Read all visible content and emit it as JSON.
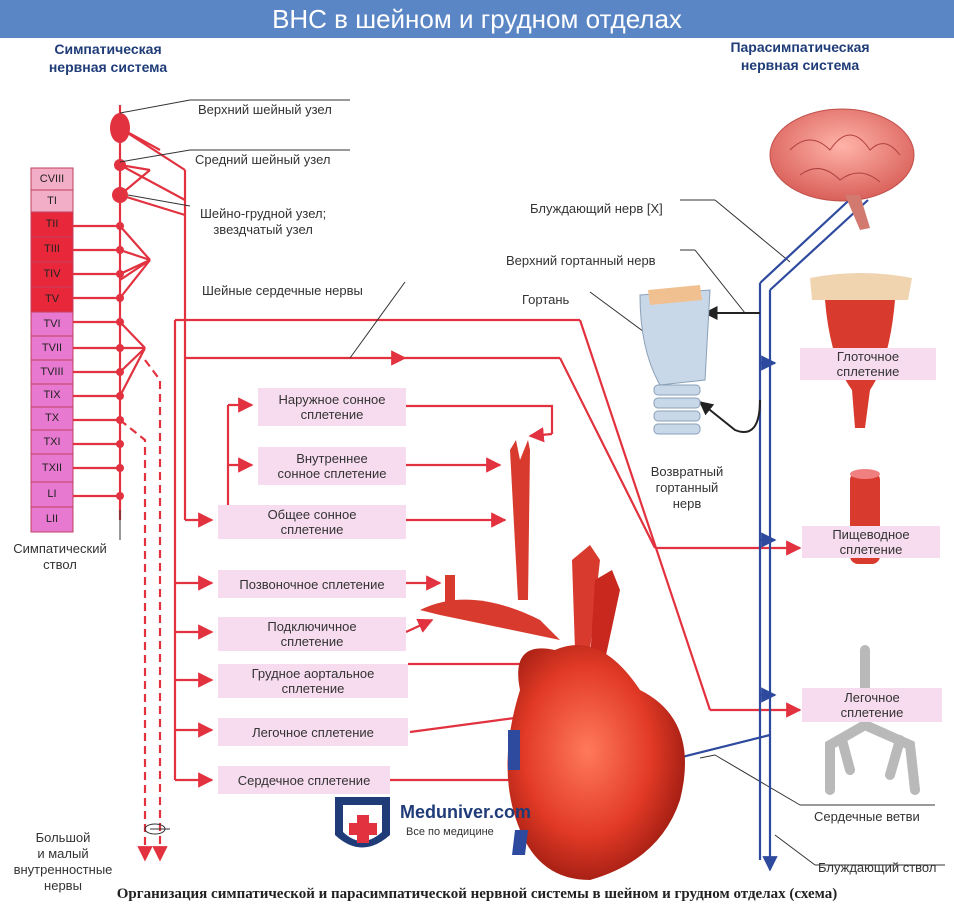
{
  "title": "ВНС в шейном и грудном отделах",
  "headers": {
    "sympathetic": [
      "Симпатическая",
      "нервная система"
    ],
    "parasympathetic": [
      "Парасимпатическая",
      "нервная система"
    ]
  },
  "vertebrae": [
    "CVIII",
    "TI",
    "TII",
    "TIII",
    "TIV",
    "TV",
    "TVI",
    "TVII",
    "TVIII",
    "TIX",
    "TX",
    "TXI",
    "TXII",
    "LI",
    "LII"
  ],
  "left_labels": {
    "upper_node": "Верхний шейный узел",
    "middle_node": "Средний шейный узел",
    "stellate_node": [
      "Шейно-грудной узел;",
      "звездчатый узел"
    ],
    "cervical_cardiac": "Шейные сердечные нервы",
    "trunk": [
      "Симпатический",
      "ствол"
    ],
    "splanchnic": [
      "Большой",
      "и малый",
      "внутренностные",
      "нервы"
    ]
  },
  "plexus_boxes": [
    [
      "Наружное сонное",
      "сплетение"
    ],
    [
      "Внутреннее",
      "сонное сплетение"
    ],
    [
      "Общее сонное",
      "сплетение"
    ],
    [
      "Позвоночное сплетение"
    ],
    [
      "Подключичное",
      "сплетение"
    ],
    [
      "Грудное аортальное",
      "сплетение"
    ],
    [
      "Легочное сплетение"
    ],
    [
      "Сердечное сплетение"
    ]
  ],
  "right_labels": {
    "vagus": "Блуждающий нерв [X]",
    "sup_laryngeal": "Верхний гортанный нерв",
    "larynx": "Гортань",
    "recurrent": [
      "Возвратный",
      "гортанный",
      "нерв"
    ],
    "cardiac_branches": "Сердечные ветви",
    "vagus_trunk": "Блуждающий ствол"
  },
  "organ_boxes": [
    [
      "Глоточное",
      "сплетение"
    ],
    [
      "Пищеводное",
      "сплетение"
    ],
    [
      "Легочное",
      "сплетение"
    ]
  ],
  "logo": {
    "name": "Meduniver.com",
    "tagline": "Все по медицине"
  },
  "caption": "Организация симпатической и парасимпатической нервной системы в шейном и грудном отделах (схема)",
  "colors": {
    "sympathetic": "#e2323f",
    "parasympathetic": "#2e4a9e",
    "box": "#f7dcef",
    "title_bar": "#5b86c5"
  }
}
